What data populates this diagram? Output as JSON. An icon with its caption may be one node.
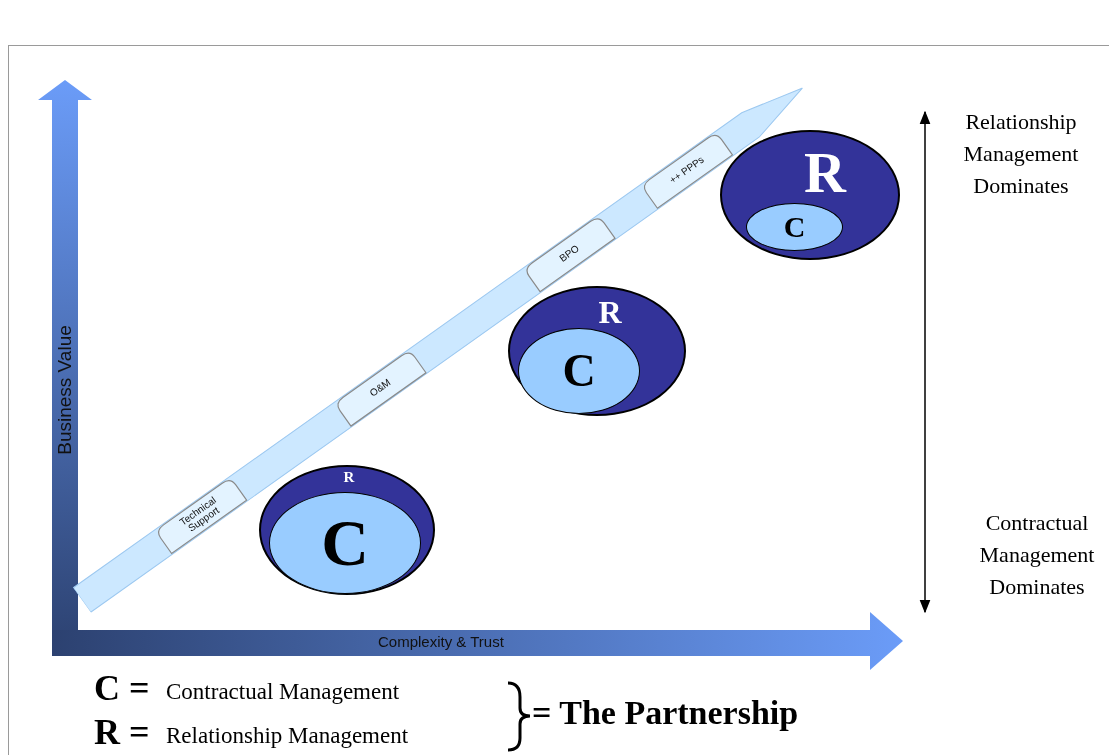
{
  "diagram": {
    "nodes": [
      {
        "text": [
          "R"
        ]
      },
      {
        "text": [
          "C"
        ],
        "in": 0
      },
      {
        "text": [
          "R"
        ]
      },
      {
        "text": [
          "C"
        ],
        "in": 2
      },
      {
        "text": [
          "R"
        ]
      },
      {
        "text": [
          "C"
        ],
        "in": 4
      }
    ],
    "labels": [
      "Relationship Management Dominates",
      "++ PPPs",
      "BPO",
      "Business Value",
      "O&M",
      "Contractual Management Dominates",
      "Technical Support",
      "Complexity & Trust",
      "C =",
      "Contractual Management",
      "R =",
      "Relationship Management",
      "= The Partnership"
    ]
  }
}
